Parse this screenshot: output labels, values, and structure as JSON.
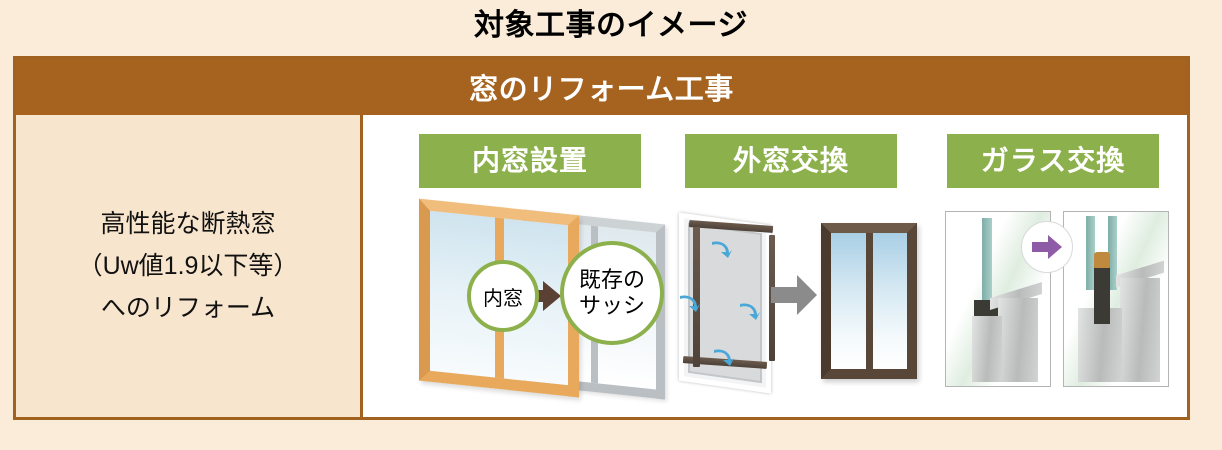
{
  "page": {
    "title": "対象工事のイメージ"
  },
  "table": {
    "header": "窓のリフォーム工事",
    "description": {
      "lines": [
        "高性能な断熱窓",
        "（Uw値1.9以下等）",
        "へのリフォーム"
      ]
    },
    "methods": [
      {
        "badge": "内窓設置",
        "callouts": {
          "inner_window": "内窓",
          "existing_sash_line1": "既存の",
          "existing_sash_line2": "サッシ"
        }
      },
      {
        "badge": "外窓交換"
      },
      {
        "badge": "ガラス交換"
      }
    ]
  },
  "colors": {
    "page_background": "#faecd9",
    "header_brown": "#a5631f",
    "border_brown": "#a2621f",
    "description_cell": "#f8e5cd",
    "badge_green": "#8cb04b",
    "callout_green": "#8cb04b",
    "cell_white": "#ffffff",
    "arrow_brown": "#5b4034",
    "arrow_grey": "#8b8b8b",
    "arrow_blue": "#4aa8d8",
    "arrow_purple": "#8e5ba6",
    "inner_sash_wood": "#e8a95c",
    "existing_sash_grey": "#b9bfc3",
    "new_window_frame": "#584638",
    "sealant": "#c08a3e"
  }
}
